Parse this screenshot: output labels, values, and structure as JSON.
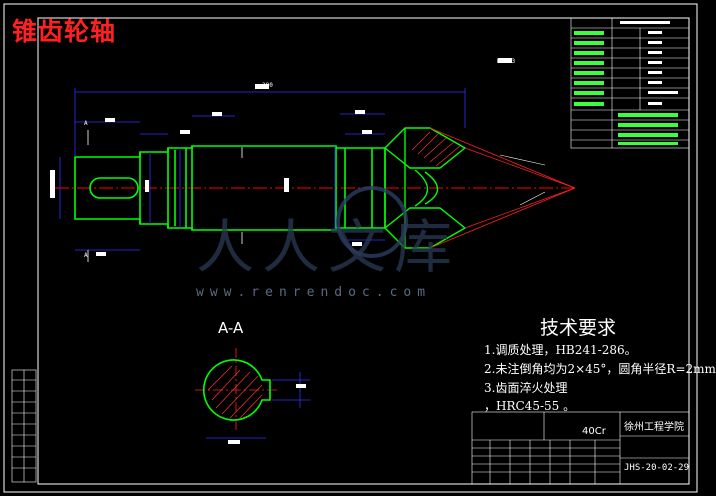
{
  "drawing": {
    "title": "锥齿轮轴",
    "section_label": "A-A",
    "material": "40Cr",
    "school": "徐州工程学院",
    "drawing_code": "JHS-20-02-29",
    "watermark": "www.renrendoc.com",
    "watermark_big": "人人文库"
  },
  "tech_requirements": {
    "title": "技术要求",
    "items": [
      "1.调质处理，HB241-286。",
      "2.未注倒角均为2×45°，圆角半径R=2mm",
      "3.齿面淬火处理",
      "，HRC45-55 。"
    ]
  },
  "dimensions": {
    "overall": "280",
    "ra": "Ra6.3",
    "a_mark": "A"
  },
  "colors": {
    "border": "#ffffff",
    "part": "#00ff00",
    "dimension": "#0000ff",
    "centerline": "#ff0000",
    "hatch": "#ff3030",
    "title": "#ff2020"
  }
}
